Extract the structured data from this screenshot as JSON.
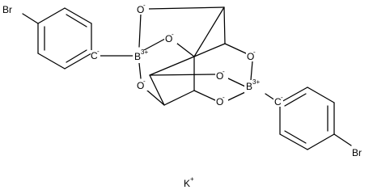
{
  "molecule": {
    "atoms": {
      "br_left": "Br",
      "br_right": "Br",
      "b_left": "B",
      "b_right": "B",
      "c_left": "C",
      "c_right": "C",
      "o_top": "O",
      "o_left_upper": "O",
      "o_left_lower": "O",
      "o_right_upper": "O",
      "o_right_mid": "O",
      "o_right_lower": "O"
    },
    "charges": {
      "b_left": "3+",
      "b_right": "3+",
      "c_left": "-",
      "c_right": "-",
      "o_top": "-",
      "o_left_upper": "-",
      "o_left_lower": "-",
      "o_right_upper": "-",
      "o_right_mid": "-",
      "o_right_lower": "-"
    },
    "counterion": {
      "symbol": "K",
      "charge": "+"
    }
  },
  "colors": {
    "bond": "#000000",
    "background": "#ffffff"
  }
}
